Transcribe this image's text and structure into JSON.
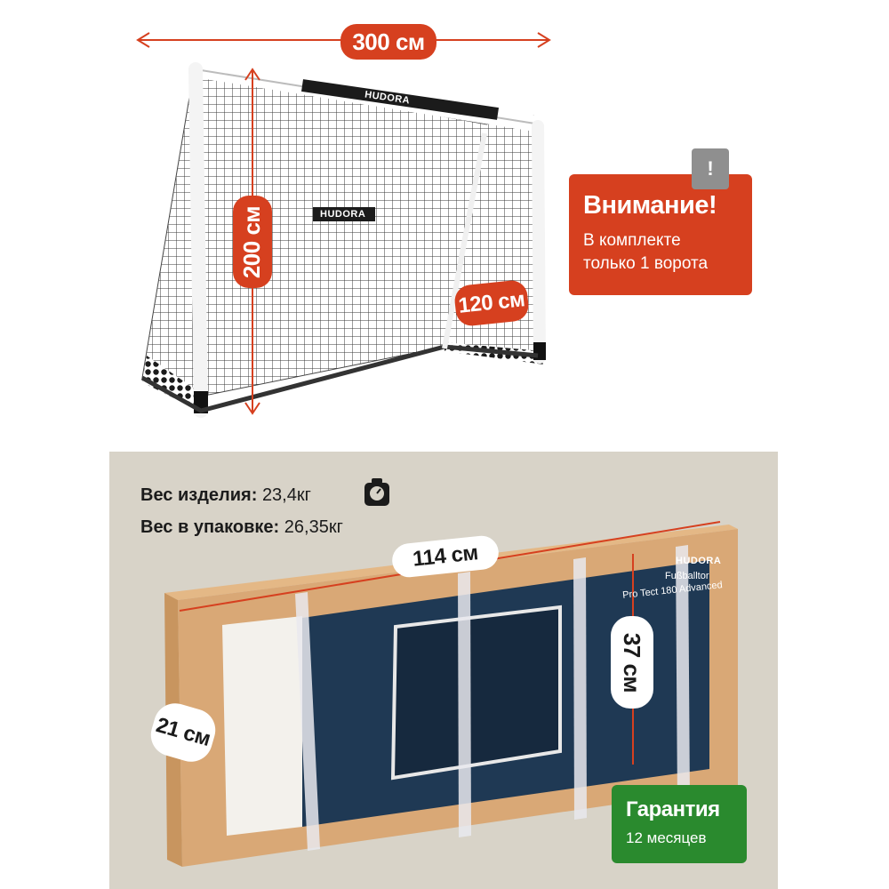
{
  "top": {
    "width_label": "300 см",
    "height_label": "200 см",
    "depth_label": "120 см",
    "brand": "HUDORA",
    "warning": {
      "badge": "!",
      "title": "Внимание!",
      "text_line1": "В комплекте",
      "text_line2": "только 1 ворота"
    }
  },
  "bottom": {
    "weight_product_label": "Вес изделия:",
    "weight_product_value": "23,4кг",
    "weight_package_label": "Вес в упаковке:",
    "weight_package_value": "26,35кг",
    "length_label": "114 см",
    "height_label": "37 см",
    "depth_label": "21 см",
    "box_brand": "HUDORA",
    "box_product_line1": "Fußballtor",
    "box_product_line2": "Pro Tect 180 Advanced",
    "guarantee": {
      "title": "Гарантия",
      "text": "12 месяцев"
    }
  },
  "colors": {
    "accent": "#d6401f",
    "guarantee": "#2a8a2e",
    "box_cardboard": "#d9a876",
    "box_print": "#1f3954",
    "background_bottom": "#d8d3c8"
  }
}
